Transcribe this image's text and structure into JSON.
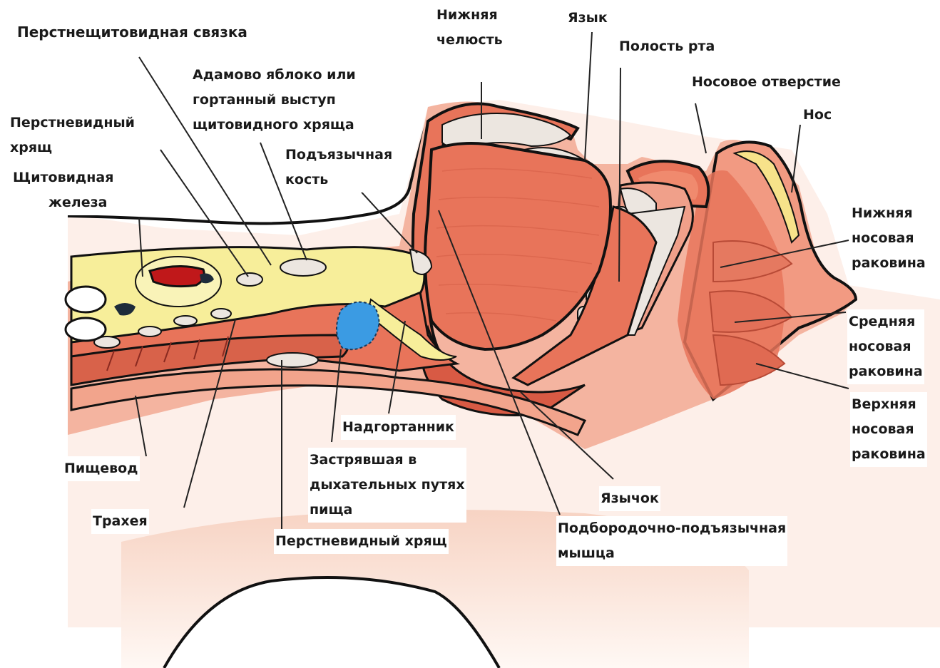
{
  "labels": {
    "cricothyroid_ligament": "Перстнещитовидная связка",
    "adams_apple": [
      "Адамово яблоко или",
      "гортанный выступ",
      "щитовидного хряща"
    ],
    "cricoid_top": [
      "Перстневидный",
      "хрящ"
    ],
    "thyroid": [
      "Щитовидная",
      "железа"
    ],
    "hyoid": [
      "Подъязычная",
      "кость"
    ],
    "mandible": [
      "Нижняя",
      "челюсть"
    ],
    "tongue": "Язык",
    "oral_cavity": "Полость рта",
    "nostril": "Носовое отверстие",
    "nose": "Нос",
    "inferior_concha": [
      "Нижняя",
      "носовая",
      "раковина"
    ],
    "middle_concha": [
      "Средняя",
      "носовая",
      "раковина"
    ],
    "superior_concha": [
      "Верхняя",
      "носовая",
      "раковина"
    ],
    "epiglottis": "Надгортанник",
    "food": [
      "Застрявшая в",
      "дыхательных путях",
      "пища"
    ],
    "esophagus": "Пищевод",
    "trachea": "Трахея",
    "cricoid_bottom": "Перстневидный хрящ",
    "uvula": "Язычок",
    "genioglossus": [
      "Подбородочно-подъязычная",
      "мышца"
    ]
  },
  "colors": {
    "skin": "#f6c9b4",
    "tissue": "#e8745a",
    "tissue_dark": "#d85a44",
    "fat": "#f7ee9a",
    "bone": "#ece6e0",
    "food": "#3b9be3",
    "outline": "#111111"
  }
}
